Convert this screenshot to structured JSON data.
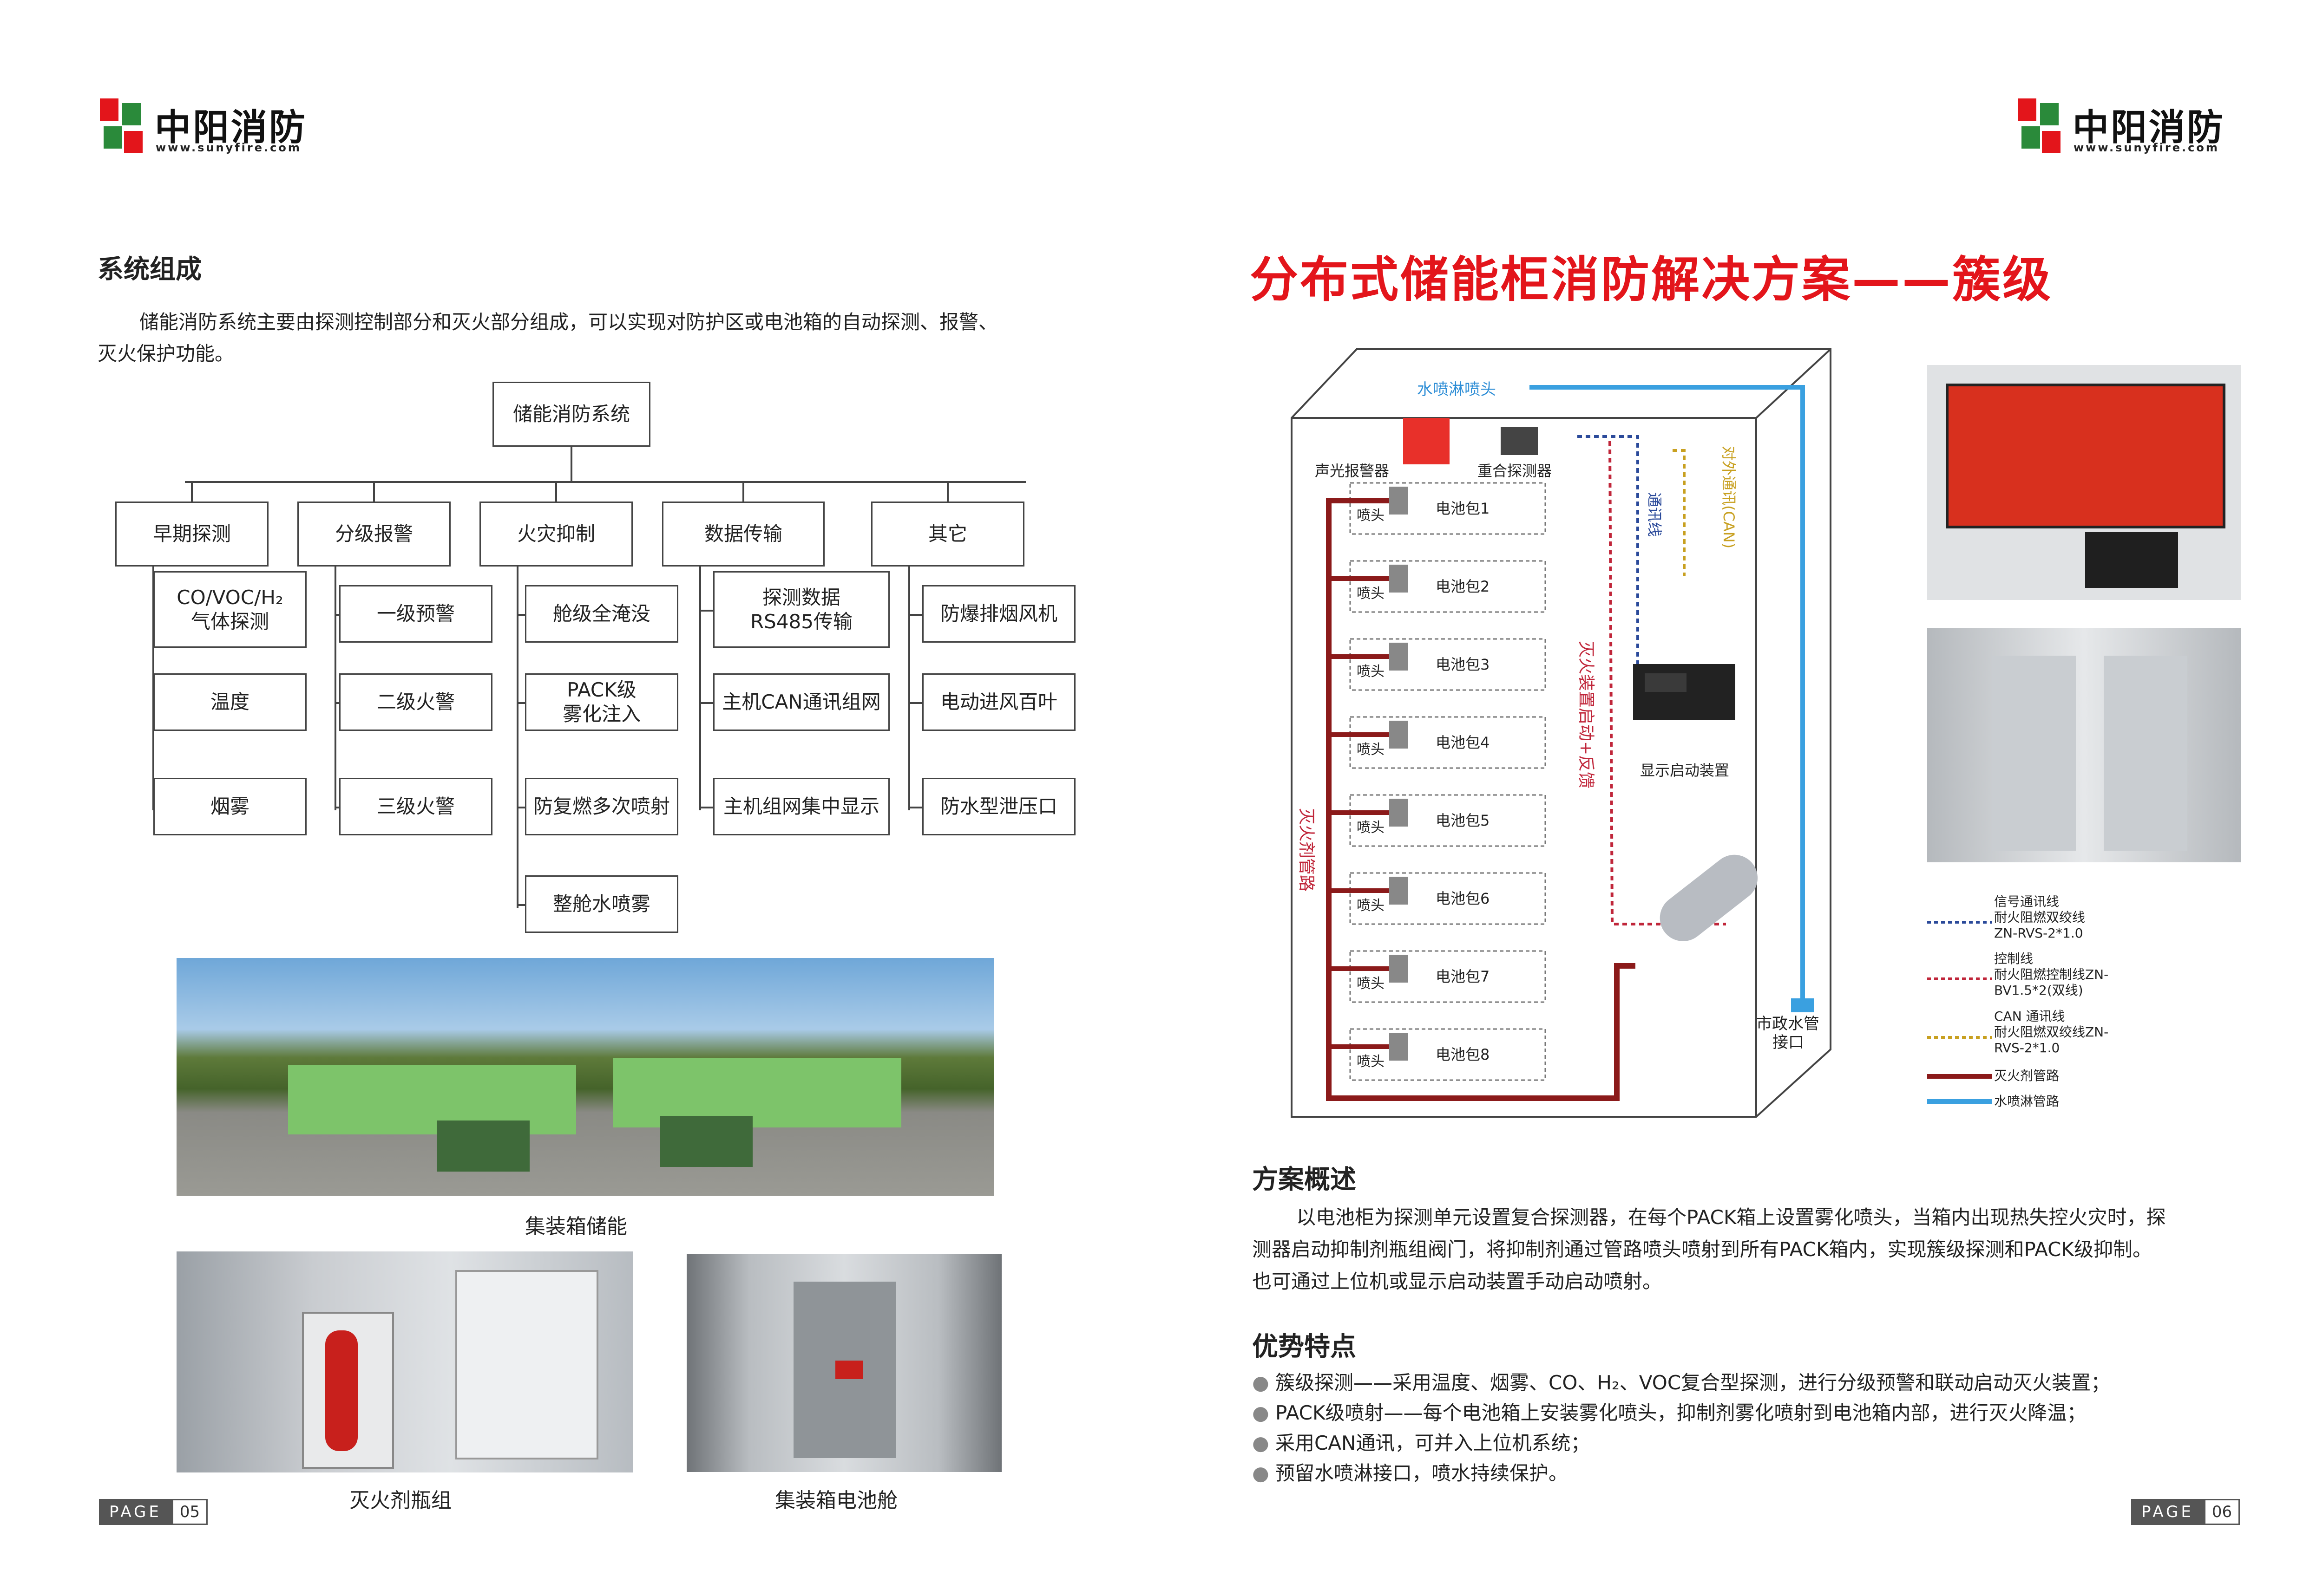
{
  "logo": {
    "brand": "中阳消防",
    "url": "www.sunyfire.com"
  },
  "left_page": {
    "section_title": "系统组成",
    "intro_line1": "储能消防系统主要由探测控制部分和灭火部分组成，可以实现对防护区或电池箱的自动探测、报警、",
    "intro_line2": "灭火保护功能。",
    "tree": {
      "root": "储能消防系统",
      "branches": [
        {
          "label": "早期探测",
          "children": [
            "CO/VOC/H₂\n气体探测",
            "温度",
            "烟雾"
          ]
        },
        {
          "label": "分级报警",
          "children": [
            "一级预警",
            "二级火警",
            "三级火警"
          ]
        },
        {
          "label": "火灾抑制",
          "children": [
            "舱级全淹没",
            "PACK级\n雾化注入",
            "防复燃多次喷射",
            "整舱水喷雾"
          ]
        },
        {
          "label": "数据传输",
          "children": [
            "探测数据\nRS485传输",
            "主机CAN通讯组网",
            "主机组网集中显示"
          ]
        },
        {
          "label": "其它",
          "children": [
            "防爆排烟风机",
            "电动进风百叶",
            "防水型泄压口"
          ]
        }
      ]
    },
    "captions": {
      "container_storage": "集装箱储能",
      "agent_bottles": "灭火剂瓶组",
      "battery_cabin": "集装箱电池舱"
    },
    "page_label": "PAGE",
    "page_number": "05"
  },
  "right_page": {
    "title": "分布式储能柜消防解决方案——簇级",
    "diagram": {
      "sprinkler_head": "水喷淋喷头",
      "alarm": "声光报警器",
      "detector": "重合探测器",
      "nozzle": "喷头",
      "packs": [
        "电池包1",
        "电池包2",
        "电池包3",
        "电池包4",
        "电池包5",
        "电池包6",
        "电池包7",
        "电池包8"
      ],
      "agent_pipe_label": "灭火剂管路",
      "comm_line_label": "通讯线",
      "external_comm_label": "对外通讯(CAN)",
      "start_feedback_label": "灭火装置启动+反馈",
      "display_device": "显示启动装置",
      "municipal_water": "市政水管\n接口"
    },
    "legend": [
      {
        "text": "信号通讯线\n耐火阻燃双绞线\nZN-RVS-2*1.0",
        "color": "#2b4a9a",
        "style": "dotted"
      },
      {
        "text": "控制线\n耐火阻燃控制线ZN-\nBV1.5*2(双线)",
        "color": "#c0263a",
        "style": "dotted"
      },
      {
        "text": "CAN 通讯线\n耐火阻燃双绞线ZN-\nRVS-2*1.0",
        "color": "#c8a020",
        "style": "dotted"
      },
      {
        "text": "灭火剂管路",
        "color": "#8b1a1a",
        "style": "solid"
      },
      {
        "text": "水喷淋管路",
        "color": "#3aa0e0",
        "style": "solid"
      }
    ],
    "overview_title": "方案概述",
    "overview_lines": [
      "以电池柜为探测单元设置复合探测器，在每个PACK箱上设置雾化喷头，当箱内出现热失控火灾时，探",
      "测器启动抑制剂瓶组阀门，将抑制剂通过管路喷头喷射到所有PACK箱内，实现簇级探测和PACK级抑制。",
      "也可通过上位机或显示启动装置手动启动喷射。"
    ],
    "advantages_title": "优势特点",
    "advantages": [
      "簇级探测——采用温度、烟雾、CO、H₂、VOC复合型探测，进行分级预警和联动启动灭火装置；",
      "PACK级喷射——每个电池箱上安装雾化喷头，抑制剂雾化喷射到电池箱内部，进行灭火降温；",
      "采用CAN通讯，可并入上位机系统；",
      "预留水喷淋接口，喷水持续保护。"
    ],
    "page_label": "PAGE",
    "page_number": "06"
  }
}
